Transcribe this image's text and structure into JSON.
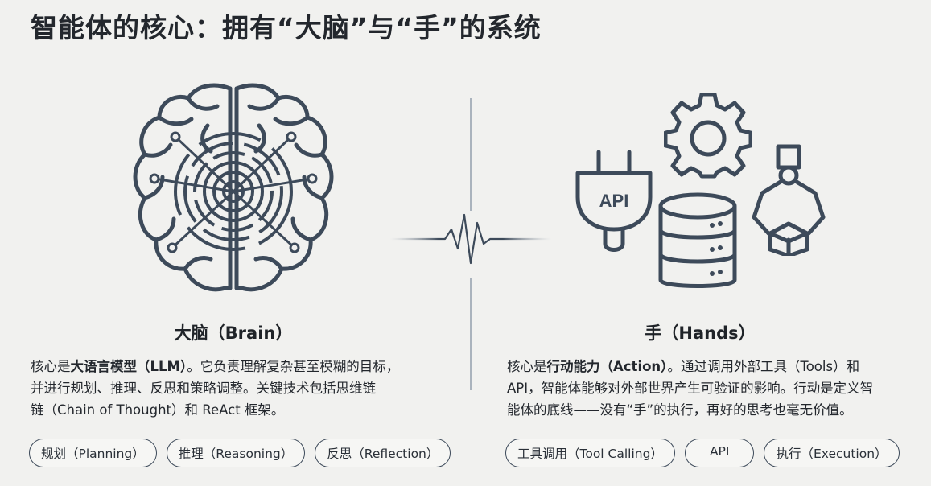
{
  "title": "智能体的核心：拥有“大脑”与“手”的系统",
  "brain": {
    "heading": "大脑（Brain）",
    "desc_prefix": "核心是",
    "desc_bold": "大语言模型（LLM）",
    "desc_rest_line1": "。它负责理解复杂甚至模糊的目标，",
    "desc_line2": "并进行规划、推理、反思和策略调整。关键技术包括思维链",
    "desc_line3": "链（Chain of Thought）和 ReAct 框架。",
    "tags": [
      "规划（Planning）",
      "推理（Reasoning）",
      "反思（Reflection）"
    ]
  },
  "hands": {
    "heading": "手（Hands）",
    "desc_prefix": "核心是",
    "desc_bold": "行动能力（Action）",
    "desc_rest_line1": "。通过调用外部工具（Tools）和",
    "desc_line2": "API，智能体能够对外部世界产生可验证的影响。行动是定义智",
    "desc_line3": "能体的底线——没有“手”的执行，再好的思考也毫无价值。",
    "plug_label": "API",
    "tags": [
      "工具调用（Tool Calling）",
      "API",
      "执行（Execution）"
    ]
  },
  "colors": {
    "icon": "#3d4a5a",
    "text": "#23272d"
  }
}
